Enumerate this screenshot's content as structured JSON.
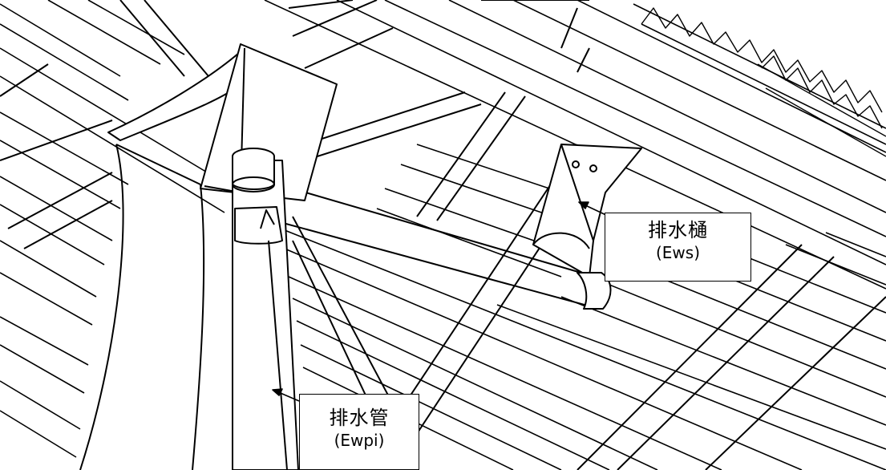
{
  "callouts": {
    "ews": {
      "title": "排水樋",
      "code": "(Ews)"
    },
    "ewpi": {
      "title": "排水管",
      "code": "(Ewpi)"
    }
  }
}
